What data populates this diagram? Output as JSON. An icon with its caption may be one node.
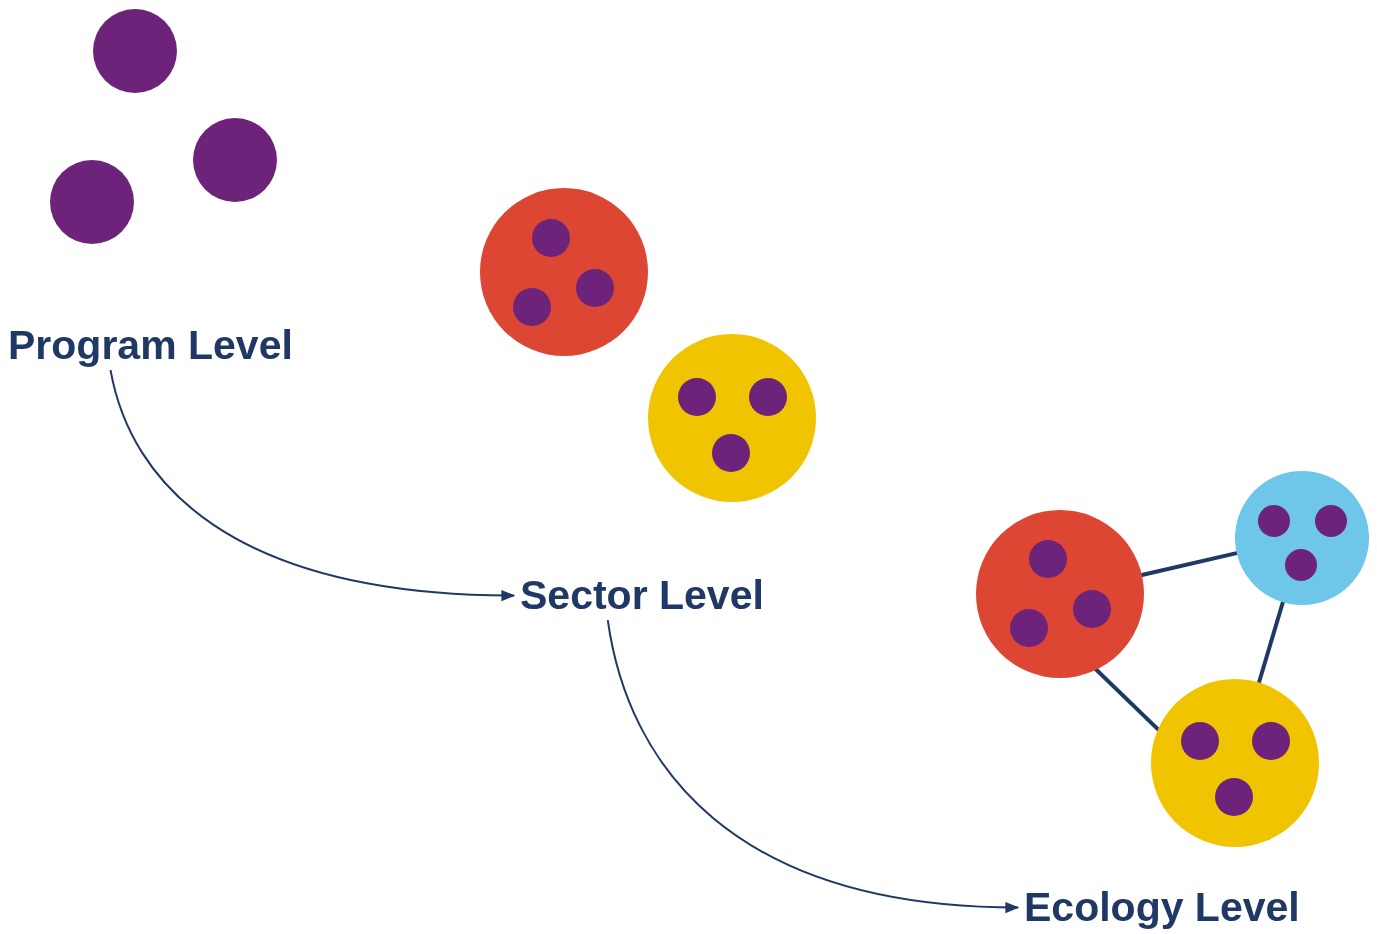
{
  "diagram": {
    "nodes": [
      {
        "text": [],
        "shape": "circle"
      },
      {
        "text": [],
        "shape": "circle"
      },
      {
        "text": [],
        "shape": "circle"
      },
      {
        "text": [
          "Program Level"
        ]
      },
      {
        "text": [],
        "shape": "circle"
      },
      {
        "text": [],
        "shape": "circle",
        "in": 4
      },
      {
        "text": [],
        "shape": "circle",
        "in": 4
      },
      {
        "text": [],
        "shape": "circle",
        "in": 4
      },
      {
        "text": [],
        "shape": "circle"
      },
      {
        "text": [],
        "shape": "circle",
        "in": 8
      },
      {
        "text": [],
        "shape": "circle",
        "in": 8
      },
      {
        "text": [],
        "shape": "circle",
        "in": 8
      },
      {
        "text": [
          "Sector Level"
        ]
      },
      {
        "text": [],
        "shape": "circle"
      },
      {
        "text": [],
        "shape": "circle",
        "in": 13
      },
      {
        "text": [],
        "shape": "circle",
        "in": 13
      },
      {
        "text": [],
        "shape": "circle",
        "in": 13
      },
      {
        "text": [],
        "shape": "circle"
      },
      {
        "text": [],
        "shape": "circle",
        "in": 17
      },
      {
        "text": [],
        "shape": "circle",
        "in": 17
      },
      {
        "text": [],
        "shape": "circle",
        "in": 17
      },
      {
        "text": [],
        "shape": "circle"
      },
      {
        "text": [],
        "shape": "circle",
        "in": 21
      },
      {
        "text": [],
        "shape": "circle",
        "in": 21
      },
      {
        "text": [],
        "shape": "circle",
        "in": 21
      },
      {
        "text": [
          "Ecology Level"
        ]
      }
    ],
    "edges": [
      {
        "from": 3,
        "to": 12,
        "arrow": "to"
      },
      {
        "from": 12,
        "to": 25,
        "arrow": "to"
      },
      {
        "from": 13,
        "to": 17,
        "arrow": "none"
      },
      {
        "from": 17,
        "to": 21,
        "arrow": "none"
      },
      {
        "from": 13,
        "to": 21,
        "arrow": "none"
      }
    ]
  }
}
